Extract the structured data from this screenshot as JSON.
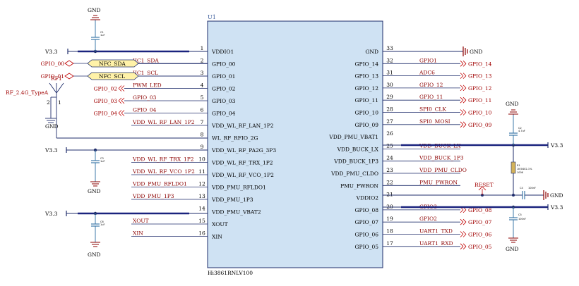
{
  "chip": {
    "refdes": "U1",
    "part": "Hi3861RNLV100",
    "fill": "#cfe2f3",
    "left_pins": [
      {
        "num": "1",
        "name": "VDDIO1"
      },
      {
        "num": "2",
        "name": "GPIO_00"
      },
      {
        "num": "3",
        "name": "GPIO_01"
      },
      {
        "num": "4",
        "name": "GPIO_02"
      },
      {
        "num": "5",
        "name": "GPIO_03"
      },
      {
        "num": "6",
        "name": "GPIO_04"
      },
      {
        "num": "7",
        "name": "VDD_WL_RF_LAN_1P2"
      },
      {
        "num": "8",
        "name": "WL_RF_RFIO_2G"
      },
      {
        "num": "9",
        "name": "VDD_WL_RF_PA2G_3P3"
      },
      {
        "num": "10",
        "name": "VDD_WL_RF_TRX_1P2"
      },
      {
        "num": "11",
        "name": "VDD_WL_RF_VCO_1P2"
      },
      {
        "num": "12",
        "name": "VDD_PMU_RFLDO1"
      },
      {
        "num": "13",
        "name": "VDD_PMU_1P3"
      },
      {
        "num": "14",
        "name": "VDD_PMU_VBAT2"
      },
      {
        "num": "15",
        "name": "XOUT"
      },
      {
        "num": "16",
        "name": "XIN"
      }
    ],
    "right_pins": [
      {
        "num": "33",
        "name": "GND"
      },
      {
        "num": "32",
        "name": "GPIO_14"
      },
      {
        "num": "31",
        "name": "GPIO_13"
      },
      {
        "num": "30",
        "name": "GPIO_12"
      },
      {
        "num": "29",
        "name": "GPIO_11"
      },
      {
        "num": "28",
        "name": "GPIO_10"
      },
      {
        "num": "27",
        "name": "GPIO_09"
      },
      {
        "num": "26",
        "name": "VDD_PMU_VBAT1"
      },
      {
        "num": "25",
        "name": "VDD_BUCK_LX"
      },
      {
        "num": "24",
        "name": "VDD_BUCK_1P3"
      },
      {
        "num": "23",
        "name": "VDD_PMU_CLDO"
      },
      {
        "num": "22",
        "name": "PMU_PWRON"
      },
      {
        "num": "21",
        "name": "VDDIO2"
      },
      {
        "num": "20",
        "name": "GPIO_08"
      },
      {
        "num": "19",
        "name": "GPIO_07"
      },
      {
        "num": "18",
        "name": "GPIO_06"
      },
      {
        "num": "17",
        "name": "GPIO_05"
      }
    ]
  },
  "left_nets": [
    "",
    "IIC1_SDA",
    "IIC1_SCL",
    "PWM_LED",
    "GPIO_03",
    "GPIO_04",
    "VDD_WL_RF_LAN_1P2",
    "",
    "",
    "VDD_WL_RF_TRX_1P2",
    "VDD_WL_RF_VCO_1P2",
    "VDD_PMU_RFLDO1",
    "VDD_PMU_1P3",
    "",
    "XOUT",
    "XIN"
  ],
  "right_nets": [
    "",
    "GPIO1",
    "ADC6",
    "GPIO_12",
    "GPIO_11",
    "SPI0_CLK",
    "SPI0_MOSI",
    "",
    "VDD_BUCK_LX",
    "VDD_BUCK_1P3",
    "VDD_PMU_CLDO",
    "PMU_PWRON",
    "",
    "GPIO3",
    "GPIO2",
    "UART1_TXD",
    "UART1_RXD"
  ],
  "left_ports": [
    "GPIO_02",
    "GPIO_03",
    "GPIO_04"
  ],
  "right_ports": [
    "GPIO_14",
    "GPIO_13",
    "GPIO_12",
    "GPIO_11",
    "GPIO_10",
    "GPIO_09",
    "GPIO_08",
    "GPIO_07",
    "GPIO_06",
    "GPIO_05"
  ],
  "nfc": {
    "port_a": "GPIO_00",
    "flag_a": "NFC_SDA",
    "port_b": "GPIO_01",
    "flag_b": "NFC_SCL",
    "flag_color": "#fff2a8"
  },
  "antenna": {
    "label": "RF_2.4G_TypeA",
    "refdes": "RF1",
    "pin2": "2",
    "pin1": "1"
  },
  "power": {
    "v33": "V3.3",
    "gnd": "GND"
  },
  "caps": {
    "c1": {
      "ref": "C1",
      "val": "1uF"
    },
    "c3": {
      "ref": "C3",
      "val": "1uF"
    },
    "c6": {
      "ref": "C6",
      "val": "1uF"
    },
    "c2": {
      "ref": "C2",
      "val": "4.7uF"
    },
    "c4": {
      "ref": "C4",
      "val": "100nF"
    },
    "c5": {
      "ref": "C5",
      "val": "100nF"
    }
  },
  "resistor": {
    "ref": "R1",
    "val": "1K/0402-1%",
    "val2": "100K"
  },
  "reset_label": "RESET",
  "colors": {
    "wire": "#1f2d6b",
    "net": "#8b0000",
    "port": "#c00000",
    "bus": "#1a237e",
    "cap": "#3c78a8"
  }
}
